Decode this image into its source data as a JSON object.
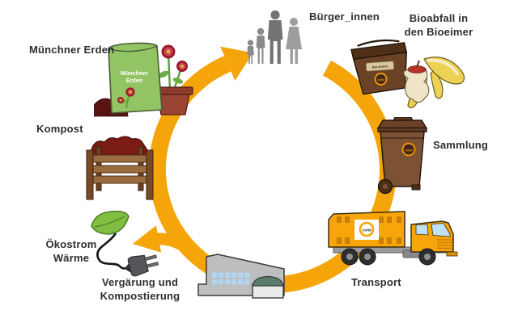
{
  "diagram_type": "cycle",
  "colors": {
    "arrow_orange": "#F5A50A",
    "label_text": "#2E2E2E",
    "bag_green": "#93C463",
    "bin_brown": "#7C5134",
    "bucket_brown": "#6B4226",
    "compost_red": "#7A1B14",
    "truck_orange": "#F7A50A",
    "leaf_green": "#7FBE41",
    "factory_gray": "#BDBEC0",
    "window_blue": "#AFD7F2",
    "people_gray": "#8A8A8A"
  },
  "cycle": {
    "stations": [
      {
        "id": "buerger-innen",
        "label": "Bürger_innen"
      },
      {
        "id": "bioabfall-in-den-bioeimer",
        "label_line1": "Bioabfall in",
        "label_line2": "den Bioeimer"
      },
      {
        "id": "sammlung",
        "label": "Sammlung"
      },
      {
        "id": "transport",
        "label": "Transport"
      },
      {
        "id": "vergaerung-kompostierung",
        "label_line1": "Vergärung und",
        "label_line2": "Kompostierung"
      },
      {
        "id": "oekostrom-waerme",
        "label_line1": "Ökostrom",
        "label_line2": "Wärme"
      },
      {
        "id": "kompost",
        "label": "Kompost"
      },
      {
        "id": "muenchner-erden",
        "label": "Münchner Erden"
      }
    ]
  },
  "artwork": {
    "bag_text_line1": "Münchner",
    "bag_text_line2": "Erden",
    "bucket_label": "Bio-Eimer",
    "awm_logo": "AWM"
  }
}
